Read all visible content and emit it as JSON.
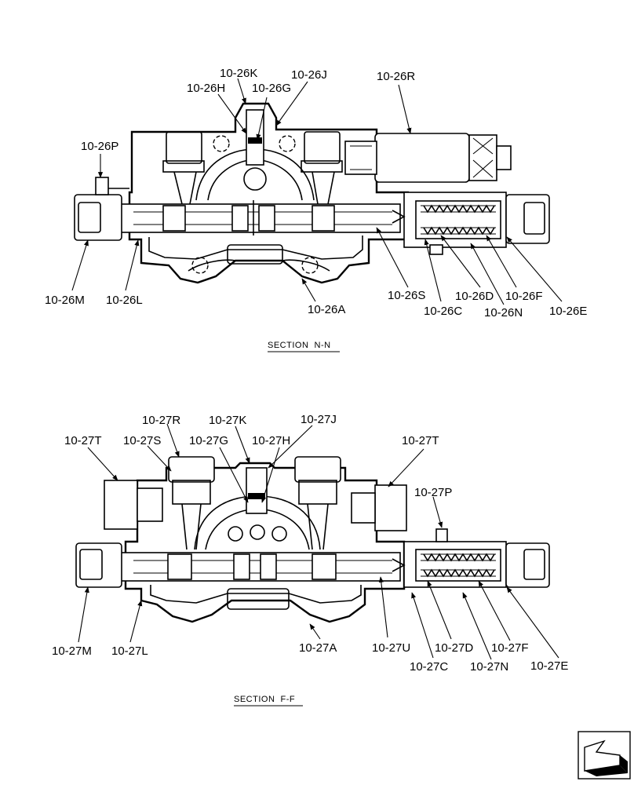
{
  "sections": [
    {
      "title": "SECTION  N-N",
      "labels": {
        "k": "10-26K",
        "j": "10-26J",
        "h": "10-26H",
        "g": "10-26G",
        "r": "10-26R",
        "p": "10-26P",
        "m": "10-26M",
        "l": "10-26L",
        "a": "10-26A",
        "s": "10-26S",
        "d": "10-26D",
        "f": "10-26F",
        "c": "10-26C",
        "n": "10-26N",
        "e": "10-26E"
      }
    },
    {
      "title": "SECTION  F-F",
      "labels": {
        "r": "10-27R",
        "k": "10-27K",
        "j": "10-27J",
        "t1": "10-27T",
        "s": "10-27S",
        "g": "10-27G",
        "h": "10-27H",
        "t2": "10-27T",
        "p": "10-27P",
        "m": "10-27M",
        "l": "10-27L",
        "a": "10-27A",
        "u": "10-27U",
        "d": "10-27D",
        "f": "10-27F",
        "c": "10-27C",
        "n": "10-27N",
        "e": "10-27E"
      }
    }
  ],
  "nav_icon": "page-arrow-icon"
}
